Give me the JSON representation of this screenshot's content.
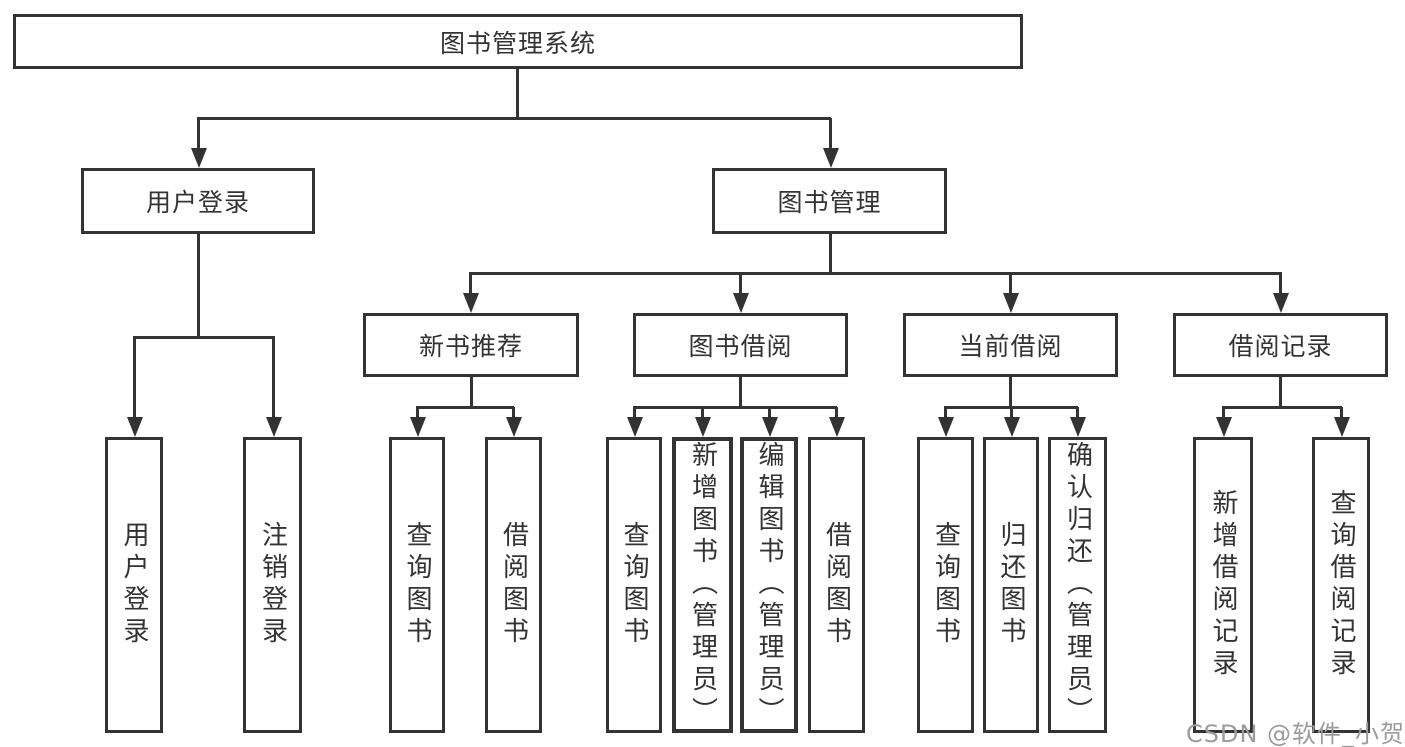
{
  "diagram_title": "图书管理系统",
  "tree": {
    "root": "图书管理系统",
    "user_login": {
      "label": "用户登录",
      "children": [
        "用户登录",
        "注销登录"
      ]
    },
    "book_management": {
      "label": "图书管理",
      "groups": [
        {
          "label": "新书推荐",
          "children": [
            "查询图书",
            "借阅图书"
          ]
        },
        {
          "label": "图书借阅",
          "children": [
            "查询图书",
            "新增图书（管理员）",
            "编辑图书（管理员）",
            "借阅图书"
          ]
        },
        {
          "label": "当前借阅",
          "children": [
            "查询图书",
            "归还图书",
            "确认归还（管理员）"
          ]
        },
        {
          "label": "借阅记录",
          "children": [
            "新增借阅记录",
            "查询借阅记录"
          ]
        }
      ]
    }
  },
  "watermark": "CSDN @软件_小贺同学",
  "colors": {
    "line": "#333333",
    "box_border": "#333333",
    "text": "#333333",
    "watermark": "#9c9c9c",
    "background": "#ffffff"
  }
}
